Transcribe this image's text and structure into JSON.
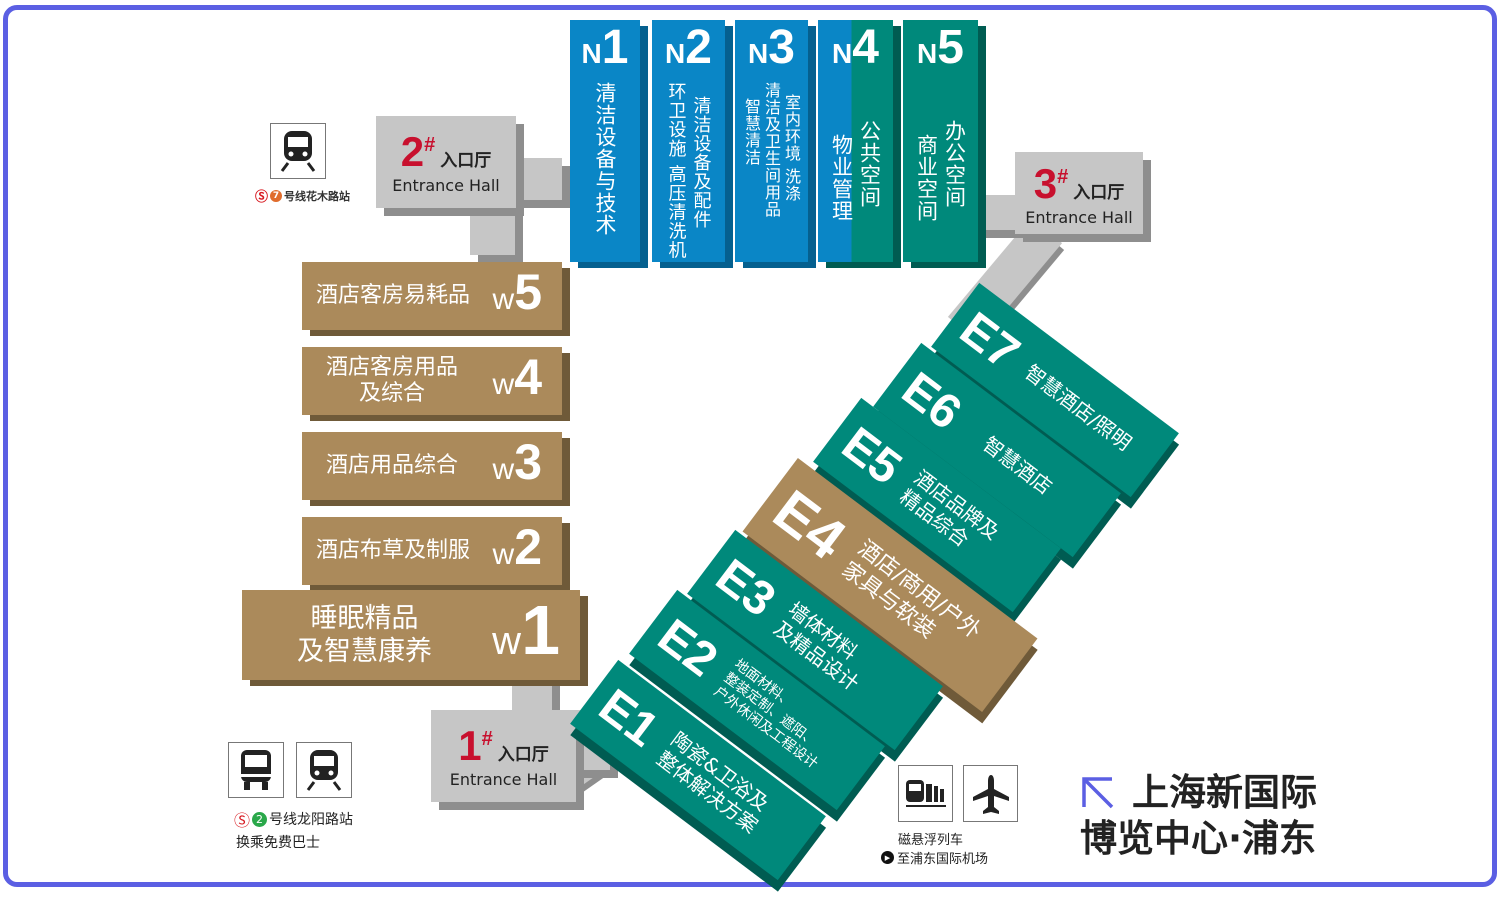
{
  "north_halls": [
    {
      "prefix": "N",
      "num": "1",
      "columns": [
        "清洁设备与技术"
      ]
    },
    {
      "prefix": "N",
      "num": "2",
      "columns": [
        "环卫设施 高压清洗机",
        "清洁设备及配件"
      ]
    },
    {
      "prefix": "N",
      "num": "3",
      "columns": [
        "智慧清洁",
        "清洁及卫生间用品",
        "室内环境 洗涤"
      ]
    },
    {
      "prefix": "N",
      "num": "4",
      "columns": [
        "物业管理",
        "公共空间"
      ]
    },
    {
      "prefix": "N",
      "num": "5",
      "columns": [
        "商业空间",
        "办公空间"
      ]
    }
  ],
  "west_halls": [
    {
      "prefix": "w",
      "num": "5",
      "label": "酒店客房易耗品"
    },
    {
      "prefix": "w",
      "num": "4",
      "label": "酒店客房用品\n及综合"
    },
    {
      "prefix": "w",
      "num": "3",
      "label": "酒店用品综合"
    },
    {
      "prefix": "w",
      "num": "2",
      "label": "酒店布草及制服"
    },
    {
      "prefix": "w",
      "num": "1",
      "label": "睡眠精品\n及智慧康养"
    }
  ],
  "east_halls": [
    {
      "code": "E7",
      "label": "智慧酒店/照明"
    },
    {
      "code": "E6",
      "label": "智慧酒店"
    },
    {
      "code": "E5",
      "label": "酒店品牌及\n精品综合"
    },
    {
      "code": "E4",
      "label": "酒店/商用/户外\n家具与软装"
    },
    {
      "code": "E3",
      "label": "墙体材料\n及精品设计"
    },
    {
      "code": "E2",
      "label": "地面材料、\n整装定制、遮阳、\n户外休闲及工程设计"
    },
    {
      "code": "E1",
      "label": "陶瓷&卫浴及\n整体解决方案"
    }
  ],
  "entrances": [
    {
      "num": "2",
      "sup": "#",
      "cn": "入口厅",
      "en": "Entrance Hall"
    },
    {
      "num": "3",
      "sup": "#",
      "cn": "入口厅",
      "en": "Entrance Hall"
    },
    {
      "num": "1",
      "sup": "#",
      "cn": "入口厅",
      "en": "Entrance Hall"
    }
  ],
  "transport": {
    "metro7": {
      "line": "7",
      "station": "号线花木路站"
    },
    "metro2": {
      "line": "2",
      "station": "号线龙阳路站",
      "note": "换乘免费巴士"
    },
    "maglev": {
      "name": "磁悬浮列车",
      "dest": "至浦东国际机场"
    }
  },
  "logo": {
    "line1": "上海新国际",
    "line2": "博览中心·浦东"
  },
  "colors": {
    "north": "#0a86c6",
    "teal": "#00897b",
    "brown": "#ab8a5b",
    "gray": "#c6c6c6",
    "red": "#c8102e",
    "frame": "#5b5fe3"
  }
}
